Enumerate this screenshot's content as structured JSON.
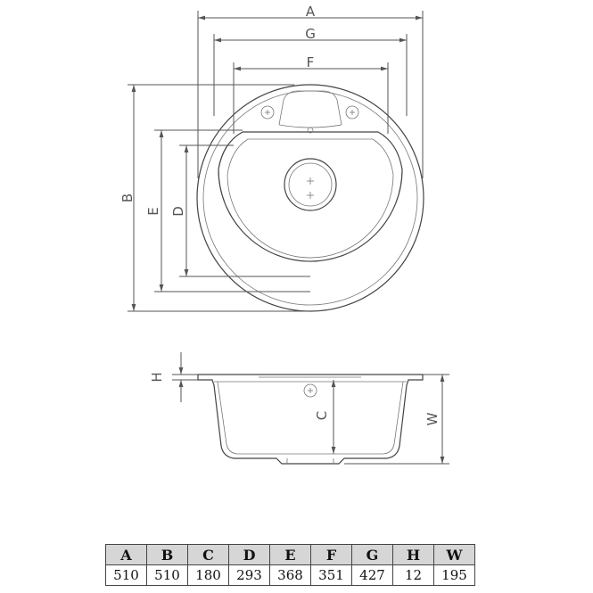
{
  "dimension_labels": {
    "A": "A",
    "G": "G",
    "F": "F",
    "B": "B",
    "E": "E",
    "D": "D",
    "H": "H",
    "C": "C",
    "W": "W"
  },
  "table": {
    "headers": [
      "A",
      "B",
      "C",
      "D",
      "E",
      "F",
      "G",
      "H",
      "W"
    ],
    "values": [
      "510",
      "510",
      "180",
      "293",
      "368",
      "351",
      "427",
      "12",
      "195"
    ]
  }
}
